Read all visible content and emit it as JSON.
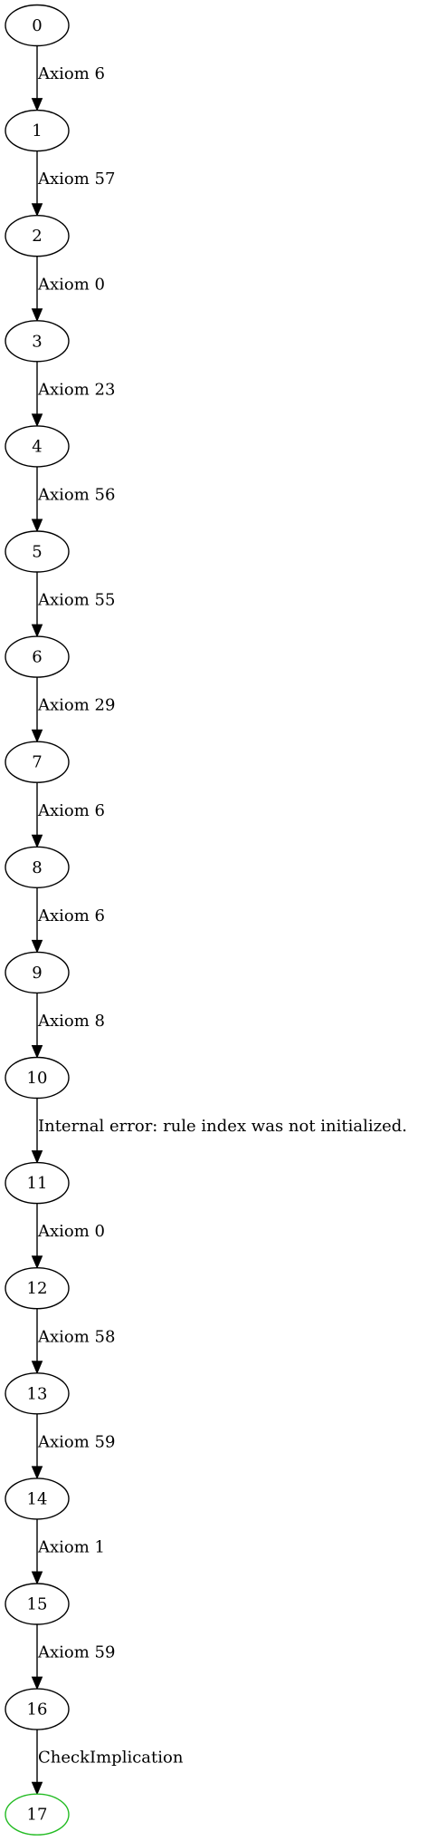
{
  "nodes": [
    {
      "label": "0"
    },
    {
      "label": "1"
    },
    {
      "label": "2"
    },
    {
      "label": "3"
    },
    {
      "label": "4"
    },
    {
      "label": "5"
    },
    {
      "label": "6"
    },
    {
      "label": "7"
    },
    {
      "label": "8"
    },
    {
      "label": "9"
    },
    {
      "label": "10"
    },
    {
      "label": "11"
    },
    {
      "label": "12"
    },
    {
      "label": "13"
    },
    {
      "label": "14"
    },
    {
      "label": "15"
    },
    {
      "label": "16"
    },
    {
      "label": "17",
      "highlight": true
    }
  ],
  "edges": [
    {
      "from": "0",
      "to": "1",
      "label": "Axiom 6"
    },
    {
      "from": "1",
      "to": "2",
      "label": "Axiom 57"
    },
    {
      "from": "2",
      "to": "3",
      "label": "Axiom 0"
    },
    {
      "from": "3",
      "to": "4",
      "label": "Axiom 23"
    },
    {
      "from": "4",
      "to": "5",
      "label": "Axiom 56"
    },
    {
      "from": "5",
      "to": "6",
      "label": "Axiom 55"
    },
    {
      "from": "6",
      "to": "7",
      "label": "Axiom 29"
    },
    {
      "from": "7",
      "to": "8",
      "label": "Axiom 6"
    },
    {
      "from": "8",
      "to": "9",
      "label": "Axiom 6"
    },
    {
      "from": "9",
      "to": "10",
      "label": "Axiom 8"
    },
    {
      "from": "10",
      "to": "11",
      "label": "Internal error: rule index was not initialized."
    },
    {
      "from": "11",
      "to": "12",
      "label": "Axiom 0"
    },
    {
      "from": "12",
      "to": "13",
      "label": "Axiom 58"
    },
    {
      "from": "13",
      "to": "14",
      "label": "Axiom 59"
    },
    {
      "from": "14",
      "to": "15",
      "label": "Axiom 1"
    },
    {
      "from": "15",
      "to": "16",
      "label": "Axiom 59"
    },
    {
      "from": "16",
      "to": "17",
      "label": "CheckImplication"
    }
  ],
  "colors": {
    "node_stroke": "#000000",
    "goal_node_stroke": "#22bb22",
    "edge": "#000000",
    "text": "#000000"
  }
}
